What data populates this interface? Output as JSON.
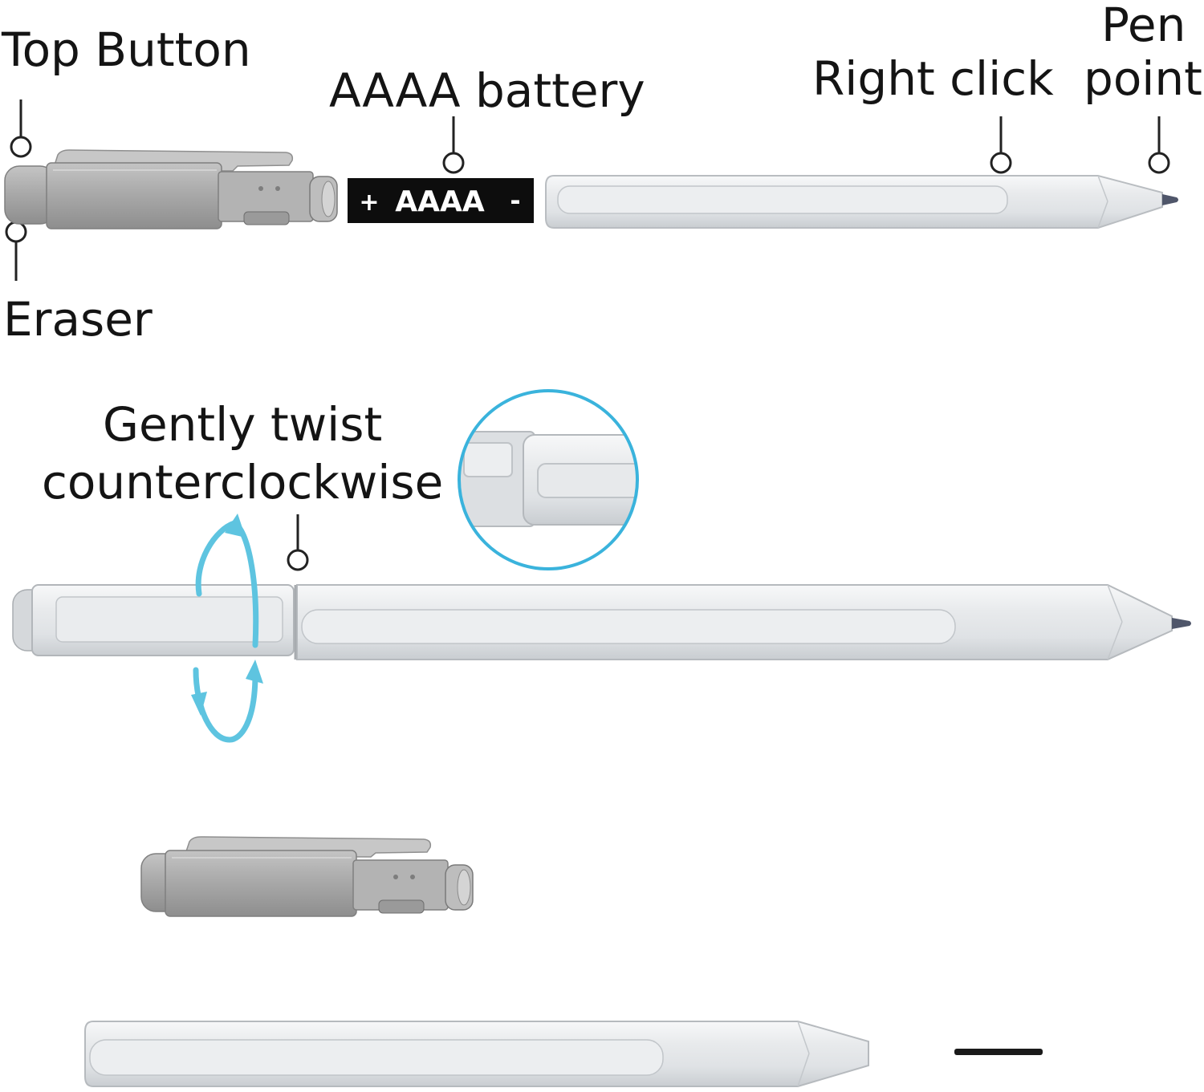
{
  "labels": {
    "top_button": "Top Button",
    "eraser": "Eraser",
    "aaaa_battery": "AAAA battery",
    "right_click": "Right click",
    "pen_point_line1": "Pen",
    "pen_point_line2": "point",
    "twist_line1": "Gently twist",
    "twist_line2": "counterclockwise"
  },
  "battery": {
    "plus": "+",
    "type": "AAAA",
    "minus": "-"
  },
  "colors": {
    "pen_body": "#e6e8ea",
    "pen_edge": "#b9bdc1",
    "cap_gray": "#a9a9a9",
    "battery_black": "#0d0d0d",
    "twist_arrow": "#5ec4e0",
    "zoom_circle": "#3ab3dc",
    "callout_line": "#222222"
  },
  "icons": [
    "callout-ring-icon",
    "twist-arrow-icon",
    "zoom-circle-icon"
  ]
}
